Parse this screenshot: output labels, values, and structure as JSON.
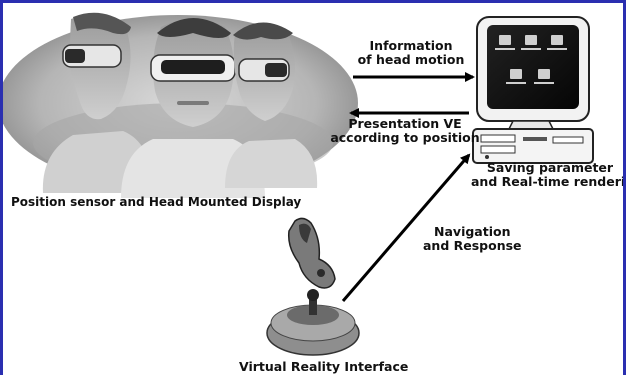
{
  "labels": {
    "head_motion_line1": "Information",
    "head_motion_line2": "of head motion",
    "presentation_line1": "Presentation VE",
    "presentation_line2": "according to position",
    "saving_line1": "Saving parameter",
    "saving_line2": "and Real-time rendering",
    "hmd": "Position sensor and Head Mounted Display",
    "nav_line1": "Navigation",
    "nav_line2": "and Response",
    "vri": "Virtual Reality Interface"
  },
  "colors": {
    "frame_border": "#2a2fb0",
    "ellipse_fill": "#bdbdbd",
    "arrow": "#000000"
  },
  "icons": [
    "head-mounted-display-users-photo",
    "desktop-computer-icon",
    "joystick-icon"
  ]
}
